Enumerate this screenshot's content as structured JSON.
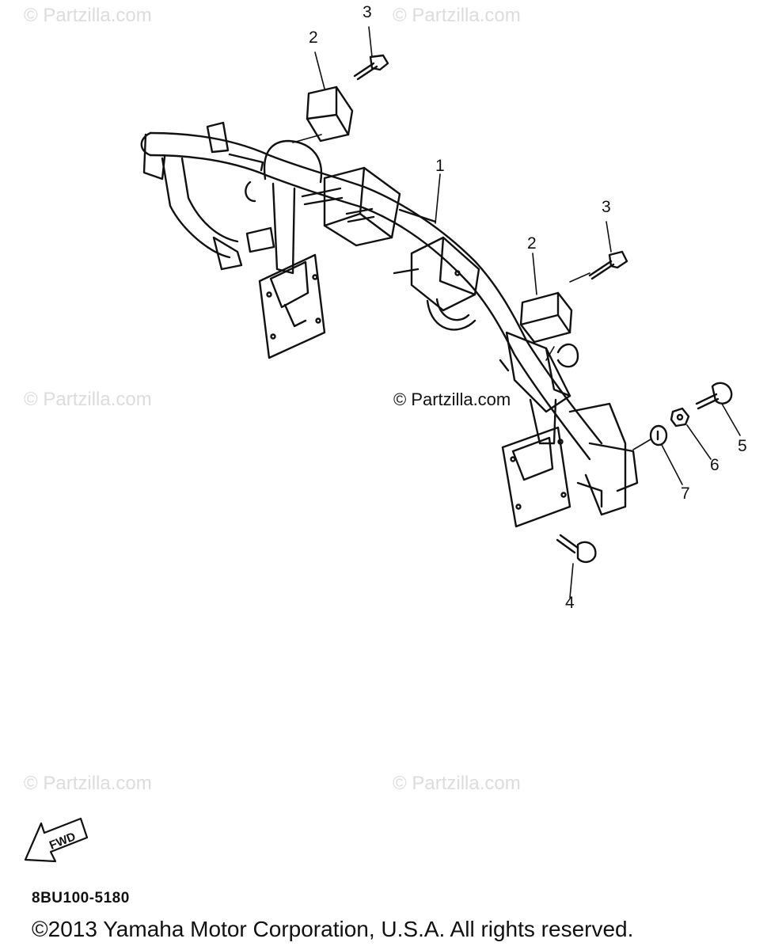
{
  "watermarks": [
    "© Partzilla.com",
    "© Partzilla.com",
    "© Partzilla.com",
    "© Partzilla.com",
    "© Partzilla.com"
  ],
  "center_watermark": "© Partzilla.com",
  "callouts": [
    "1",
    "2",
    "2",
    "3",
    "3",
    "4",
    "5",
    "6",
    "7"
  ],
  "fwd_label": "FWD",
  "part_number": "8BU100-5180",
  "copyright": "©2013  Yamaha Motor Corporation, U.S.A. All rights reserved."
}
